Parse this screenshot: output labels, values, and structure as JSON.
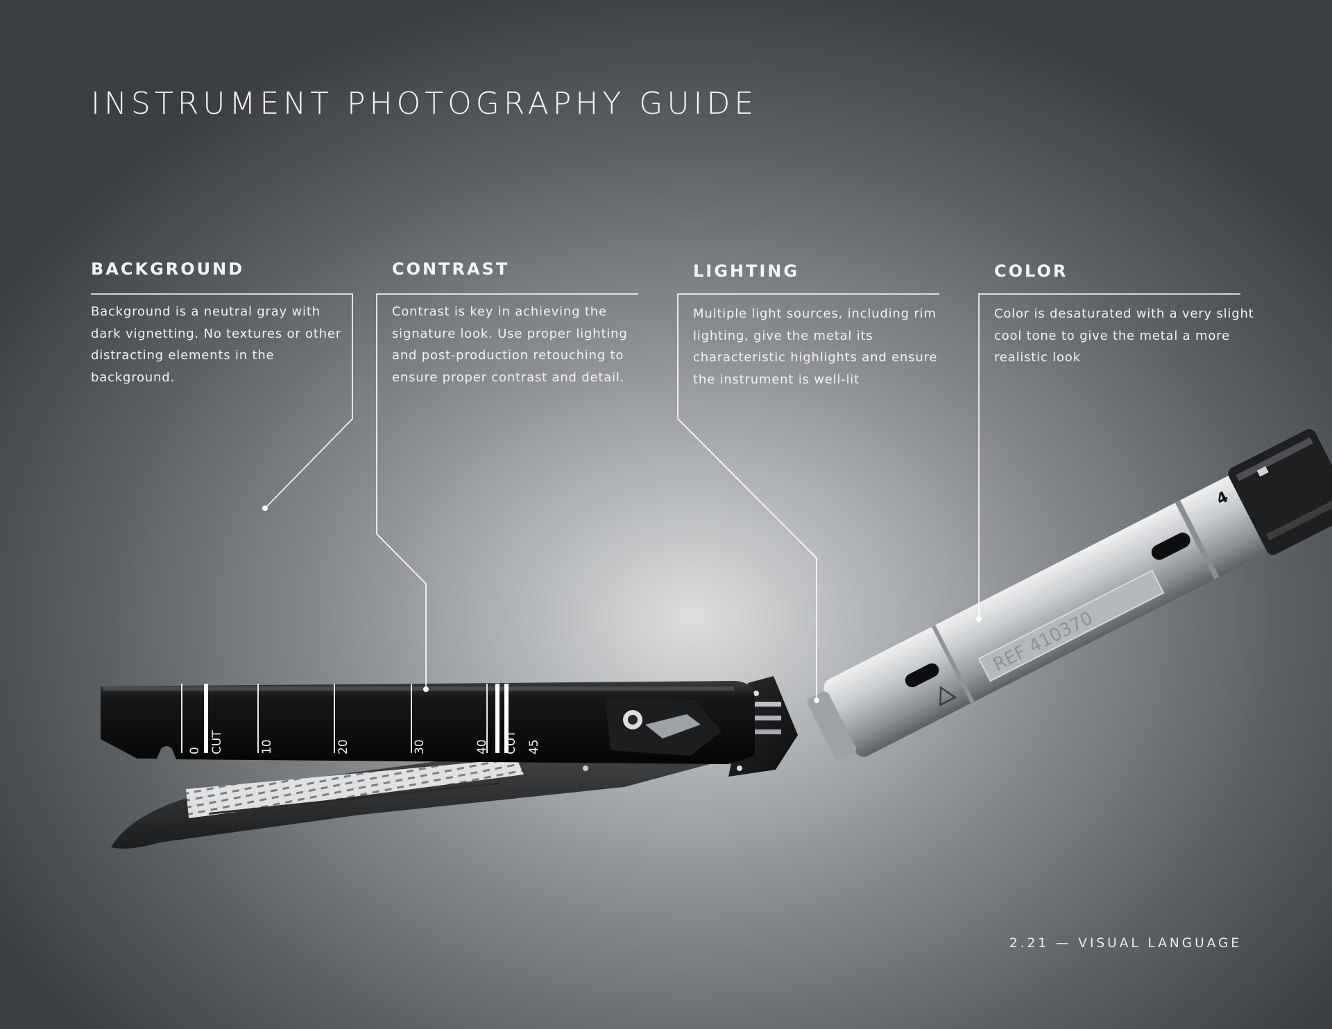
{
  "page": {
    "title": "INSTRUMENT PHOTOGRAPHY GUIDE",
    "footer": "2.21 — VISUAL LANGUAGE"
  },
  "sections": [
    {
      "heading": "BACKGROUND",
      "body": "Background is a neutral gray with dark vignetting. No textures or other distracting elements in the background."
    },
    {
      "heading": "CONTRAST",
      "body": "Contrast is key in achieving the signature look. Use proper lighting and post-production retouching to ensure proper contrast and detail."
    },
    {
      "heading": "LIGHTING",
      "body": "Multiple light sources, including rim lighting, give the metal its characteristic highlights and ensure the instrument is well-lit"
    },
    {
      "heading": "COLOR",
      "body": "Color is desaturated with a very slight cool tone to give the metal a more realistic look"
    }
  ],
  "instrument": {
    "scale_marks": [
      "0",
      "CUT",
      "10",
      "20",
      "30",
      "40",
      "CUT",
      "45"
    ],
    "ref_label": "REF 410370",
    "shaft_number": "4"
  },
  "colors": {
    "callout_line": "#ffffff",
    "jaw_black": "#111213",
    "shaft_silver": "#b9bcbe"
  }
}
